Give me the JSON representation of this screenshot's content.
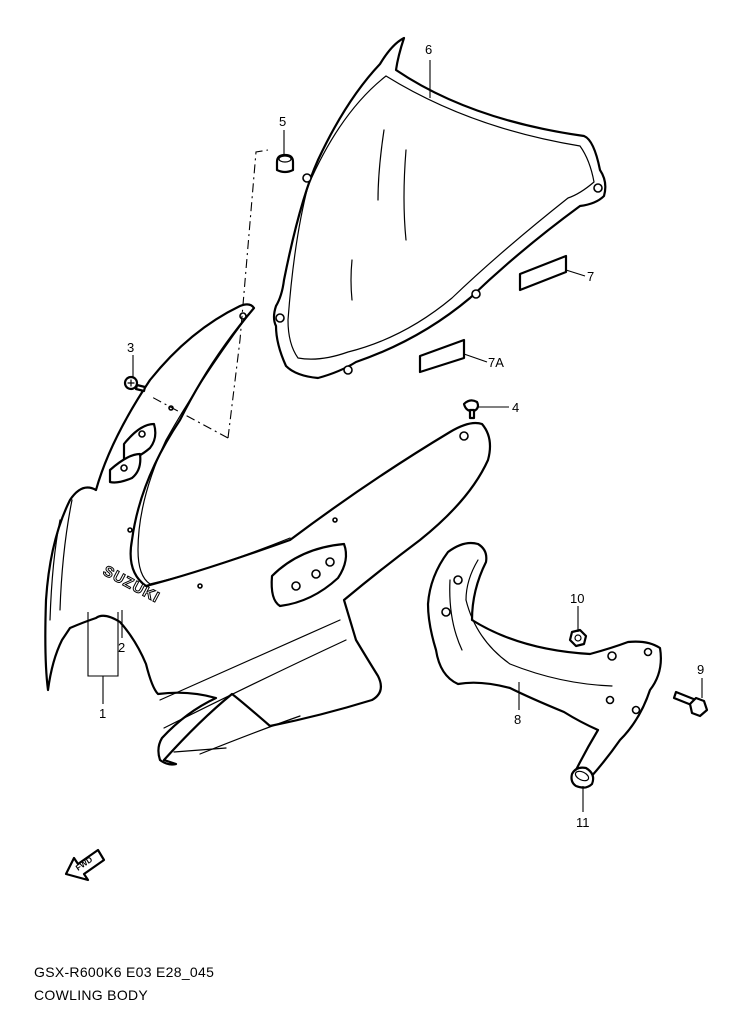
{
  "diagram": {
    "code": "GSX-R600K6 E03 E28_045",
    "title": "COWLING BODY",
    "logo_text": "SUZUKI",
    "fwd_text": "FWD",
    "callouts": [
      {
        "id": "1",
        "label": "1"
      },
      {
        "id": "2",
        "label": "2"
      },
      {
        "id": "3",
        "label": "3"
      },
      {
        "id": "4",
        "label": "4"
      },
      {
        "id": "5",
        "label": "5"
      },
      {
        "id": "6",
        "label": "6"
      },
      {
        "id": "7",
        "label": "7"
      },
      {
        "id": "7a",
        "label": "7A"
      },
      {
        "id": "8",
        "label": "8"
      },
      {
        "id": "9",
        "label": "9"
      },
      {
        "id": "10",
        "label": "10"
      },
      {
        "id": "11",
        "label": "11"
      }
    ]
  }
}
